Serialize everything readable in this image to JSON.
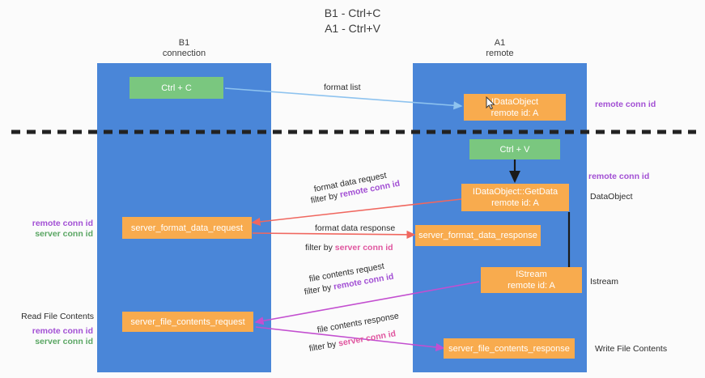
{
  "title": {
    "line1": "B1 - Ctrl+C",
    "line2": "A1 - Ctrl+V"
  },
  "lanes": [
    {
      "name": "B1",
      "sub": "connection"
    },
    {
      "name": "A1",
      "sub": "remote"
    }
  ],
  "boxes": {
    "ctrl_c": "Ctrl + C",
    "ctrl_v": "Ctrl + V",
    "idataobject_line1": "IDataObject",
    "idataobject_line2": "remote id: A",
    "getdata_line1": "IDataObject::GetData",
    "getdata_line2": "remote id: A",
    "istream_line1": "IStream",
    "istream_line2": "remote id: A",
    "server_format_data_request": "server_format_data_request",
    "server_format_data_response": "server_format_data_response",
    "server_file_contents_request": "server_file_contents_request",
    "server_file_contents_response": "server_file_contents_response"
  },
  "edge_labels": {
    "format_list": "format list",
    "format_data_request": "format data request",
    "format_data_request_filter_prefix": "filter by ",
    "format_data_request_filter_key": "remote conn id",
    "format_data_response": "format data response",
    "format_data_response_filter_prefix": "filter by ",
    "format_data_response_filter_key": "server conn id",
    "file_contents_request": "file contents request",
    "file_contents_request_filter_prefix": "filter by ",
    "file_contents_request_filter_key": "remote conn id",
    "file_contents_response": "file contents response",
    "file_contents_response_filter_prefix": "filter by ",
    "file_contents_response_filter_key": "server conn id"
  },
  "side_labels": {
    "right_remote_conn_id_top": "remote conn id",
    "right_remote_conn_id_mid": "remote conn id",
    "right_dataobject": "DataObject",
    "right_istream": "Istream",
    "right_write_file_contents": "Write File Contents",
    "left_remote_conn_id": "remote conn id",
    "left_server_conn_id": "server conn id",
    "left_read_file_contents": "Read File Contents",
    "left_remote_conn_id2": "remote conn id",
    "left_server_conn_id2": "server conn id"
  },
  "colors": {
    "lane": "#4a86d8",
    "green_box": "#7ac77f",
    "orange_box": "#f8ab4e",
    "arrow_blue": "#8ec3ef",
    "arrow_red": "#f0675f",
    "arrow_magenta": "#c34fd0",
    "arrow_black": "#1a1a1a",
    "purple_text": "#a24fd4",
    "green_text": "#5aa663",
    "pink_text": "#e0569f",
    "divider": "#222222"
  }
}
